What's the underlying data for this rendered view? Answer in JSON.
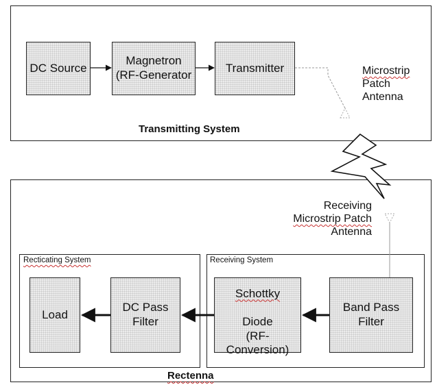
{
  "transmitting_system": {
    "title": "Transmitting System",
    "blocks": {
      "dc_source": "DC Source",
      "magnetron": "Magnetron\n(RF-Generator",
      "transmitter": "Transmitter"
    },
    "antenna": {
      "line1": "Microstrip",
      "line2": "Patch",
      "line3": "Antenna"
    }
  },
  "rectenna": {
    "title": "Rectenna",
    "receiving_antenna": {
      "line1": "Receiving",
      "line2": "Microstrip Patch",
      "line3": "Antenna"
    },
    "rectifying_system": {
      "title": "Recticating System",
      "blocks": {
        "load": "Load",
        "dc_pass_filter": "DC Pass\nFilter"
      }
    },
    "receiving_system": {
      "title": "Receiving System",
      "blocks": {
        "schottky": "Schottky",
        "schottky_rest": "Diode\n(RF-Conversion)",
        "band_pass_filter": "Band Pass\nFilter"
      }
    }
  }
}
